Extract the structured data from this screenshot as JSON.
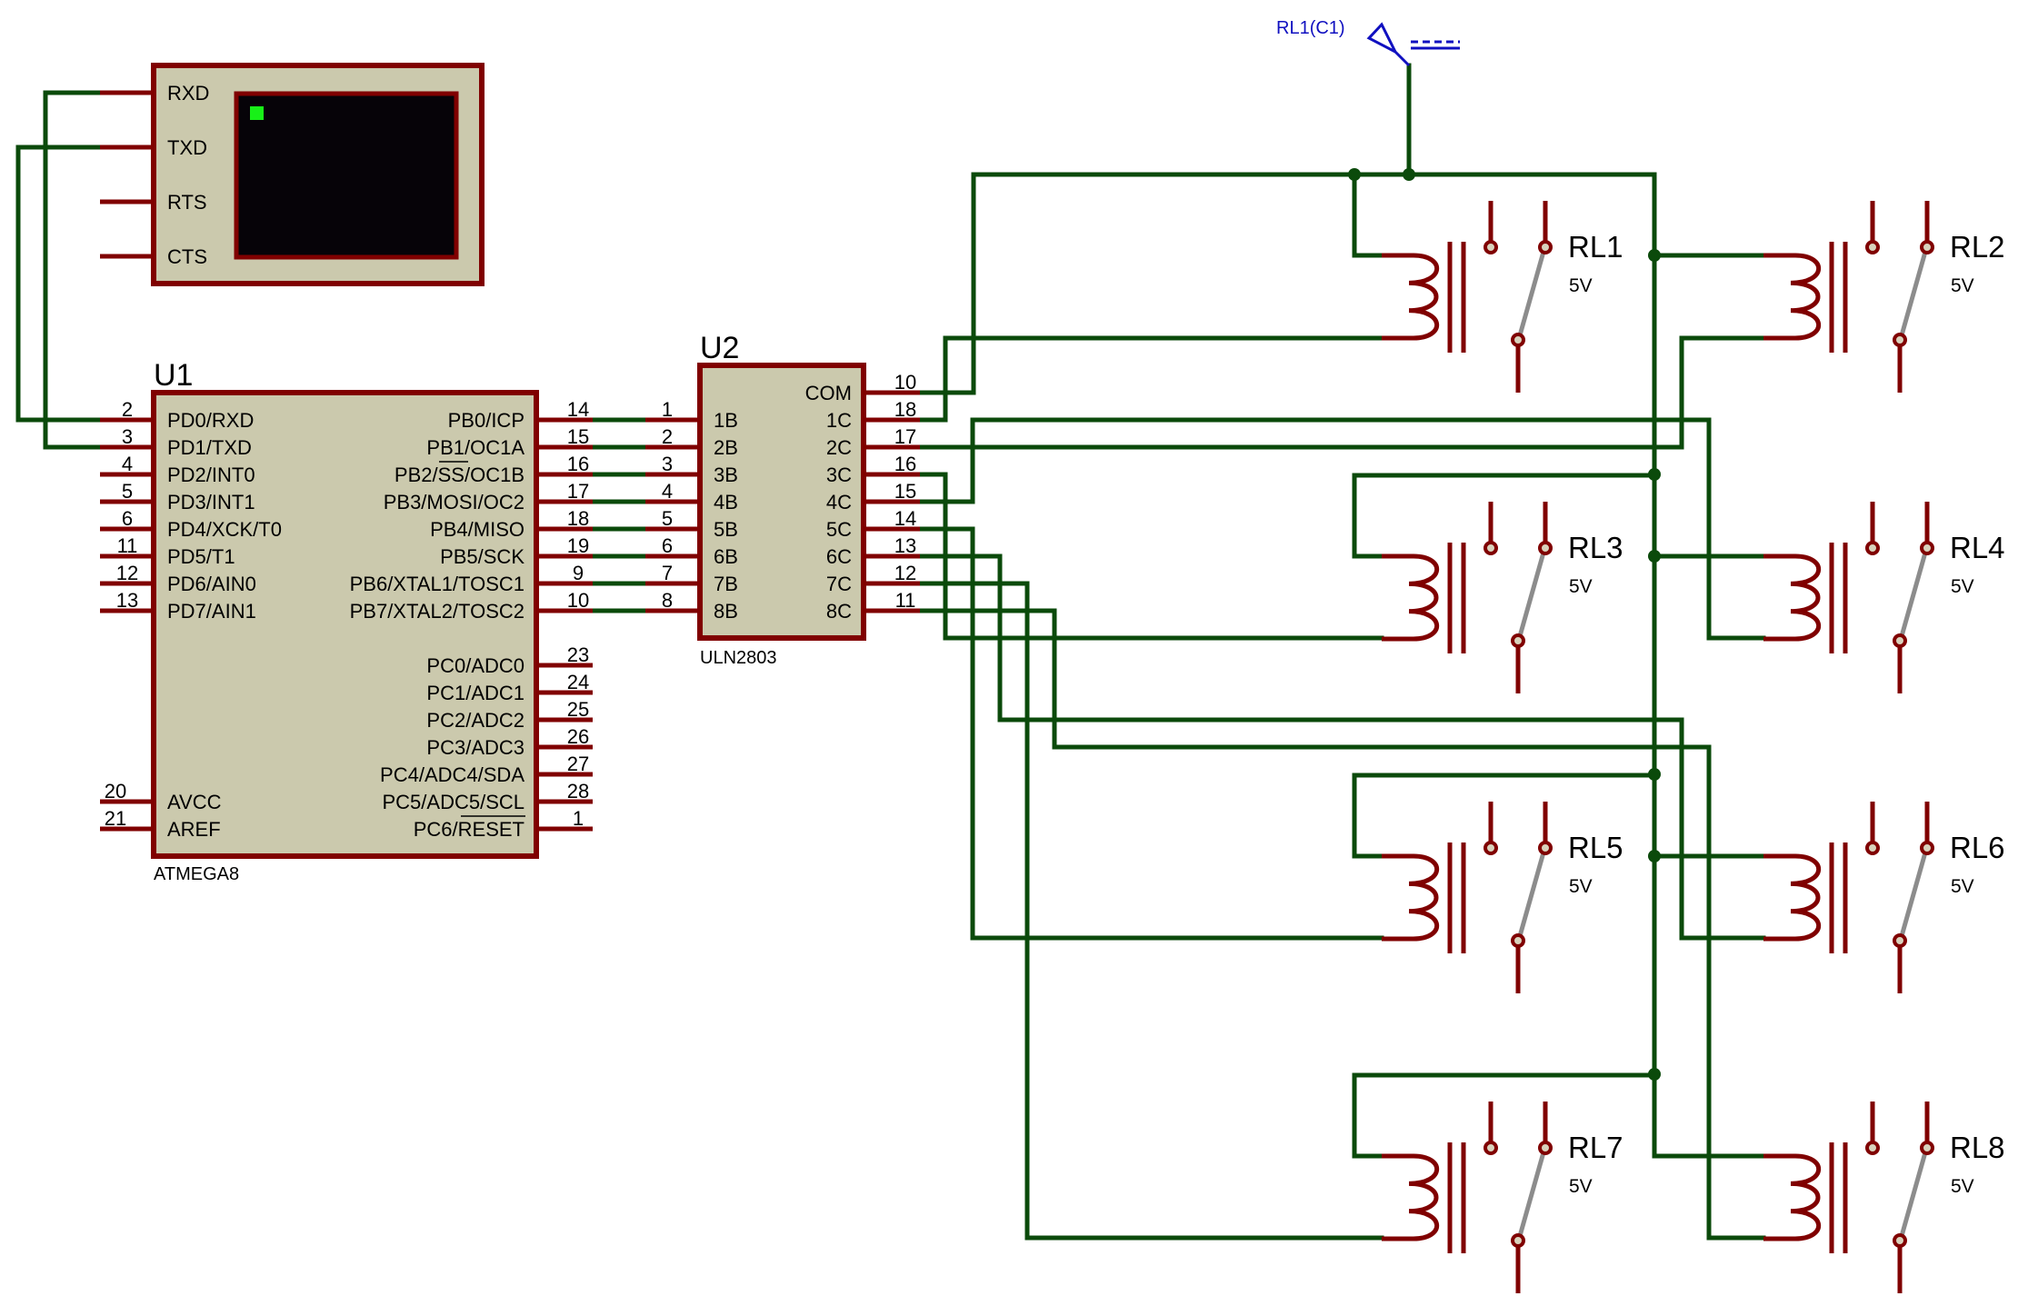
{
  "colors": {
    "wire": "#0b4a0b",
    "pin": "#800000",
    "body": "#cbc9ad",
    "screen": "#060308",
    "cursor": "#18f018",
    "probe": "#1010c0",
    "arm": "#8c8c8c"
  },
  "terminal": {
    "pins": [
      "RXD",
      "TXD",
      "RTS",
      "CTS"
    ]
  },
  "u1": {
    "ref": "U1",
    "part": "ATMEGA8",
    "left_pins": [
      {
        "num": "2",
        "name": "PD0/RXD"
      },
      {
        "num": "3",
        "name": "PD1/TXD"
      },
      {
        "num": "4",
        "name": "PD2/INT0"
      },
      {
        "num": "5",
        "name": "PD3/INT1"
      },
      {
        "num": "6",
        "name": "PD4/XCK/T0"
      },
      {
        "num": "11",
        "name": "PD5/T1"
      },
      {
        "num": "12",
        "name": "PD6/AIN0"
      },
      {
        "num": "13",
        "name": "PD7/AIN1"
      }
    ],
    "left_power_pins": [
      {
        "num": "20",
        "name": "AVCC"
      },
      {
        "num": "21",
        "name": "AREF"
      }
    ],
    "right_pins_b": [
      {
        "num": "14",
        "name": "PB0/ICP"
      },
      {
        "num": "15",
        "name": "PB1/OC1A"
      },
      {
        "num": "16",
        "name": "PB2/SS/OC1B"
      },
      {
        "num": "17",
        "name": "PB3/MOSI/OC2"
      },
      {
        "num": "18",
        "name": "PB4/MISO"
      },
      {
        "num": "19",
        "name": "PB5/SCK"
      },
      {
        "num": "9",
        "name": "PB6/XTAL1/TOSC1"
      },
      {
        "num": "10",
        "name": "PB7/XTAL2/TOSC2"
      }
    ],
    "right_pins_c": [
      {
        "num": "23",
        "name": "PC0/ADC0"
      },
      {
        "num": "24",
        "name": "PC1/ADC1"
      },
      {
        "num": "25",
        "name": "PC2/ADC2"
      },
      {
        "num": "26",
        "name": "PC3/ADC3"
      },
      {
        "num": "27",
        "name": "PC4/ADC4/SDA"
      },
      {
        "num": "28",
        "name": "PC5/ADC5/SCL"
      },
      {
        "num": "1",
        "name": "PC6/RESET"
      }
    ]
  },
  "u2": {
    "ref": "U2",
    "part": "ULN2803",
    "com": {
      "num": "10",
      "name": "COM"
    },
    "inputs": [
      {
        "num": "1",
        "name": "1B"
      },
      {
        "num": "2",
        "name": "2B"
      },
      {
        "num": "3",
        "name": "3B"
      },
      {
        "num": "4",
        "name": "4B"
      },
      {
        "num": "5",
        "name": "5B"
      },
      {
        "num": "6",
        "name": "6B"
      },
      {
        "num": "7",
        "name": "7B"
      },
      {
        "num": "8",
        "name": "8B"
      }
    ],
    "outputs": [
      {
        "num": "18",
        "name": "1C"
      },
      {
        "num": "17",
        "name": "2C"
      },
      {
        "num": "16",
        "name": "3C"
      },
      {
        "num": "15",
        "name": "4C"
      },
      {
        "num": "14",
        "name": "5C"
      },
      {
        "num": "13",
        "name": "6C"
      },
      {
        "num": "12",
        "name": "7C"
      },
      {
        "num": "11",
        "name": "8C"
      }
    ]
  },
  "relays": [
    {
      "name": "RL1",
      "value": "5V"
    },
    {
      "name": "RL2",
      "value": "5V"
    },
    {
      "name": "RL3",
      "value": "5V"
    },
    {
      "name": "RL4",
      "value": "5V"
    },
    {
      "name": "RL5",
      "value": "5V"
    },
    {
      "name": "RL6",
      "value": "5V"
    },
    {
      "name": "RL7",
      "value": "5V"
    },
    {
      "name": "RL8",
      "value": "5V"
    }
  ],
  "probe": {
    "label": "RL1(C1)"
  }
}
